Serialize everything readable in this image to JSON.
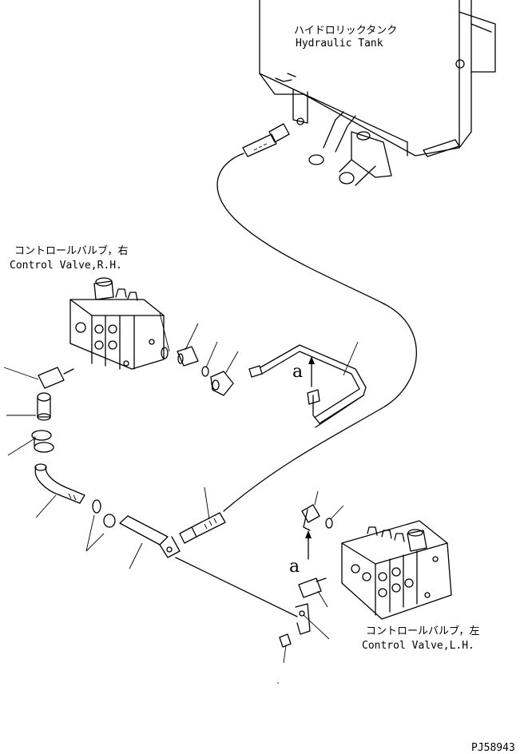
{
  "labels": {
    "tank_jp": "ハイドロリックタンク",
    "tank_en": "Hydraulic Tank",
    "crv_jp": "コントロールバルブ，右",
    "crv_en": "Control Valve,R.H.",
    "clv_jp": "コントロールバルブ，左",
    "clv_en": "Control Valve,L.H.",
    "view_a_upper": "a",
    "view_a_lower": "a",
    "drawing_no": "PJ58943"
  }
}
